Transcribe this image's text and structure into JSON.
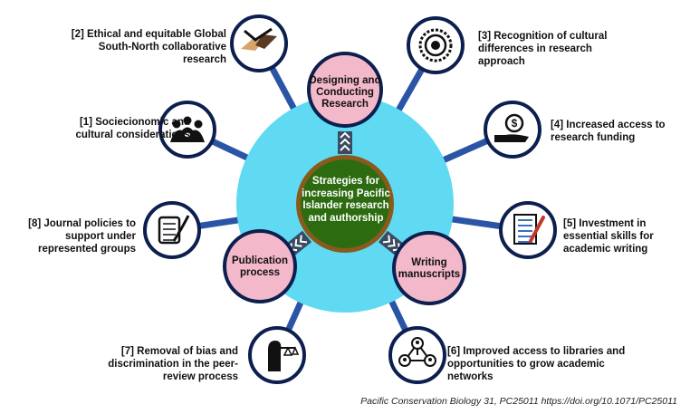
{
  "colors": {
    "spoke": "#2a55a6",
    "hub": "#5fdaf2",
    "node_border": "#0c1f4f",
    "stage_fill": "#f3b8c9",
    "center_fill": "#2d6b10",
    "center_ring": "#8a5a1d",
    "arrow": "#3a4a60"
  },
  "center": {
    "label": "Strategies for increasing Pacific Islander research and authorship"
  },
  "stages": [
    {
      "label": "Designing and Conducting Research"
    },
    {
      "label": "Writing manuscripts"
    },
    {
      "label": "Publication process"
    }
  ],
  "strategies": [
    {
      "label": "[1] Sociecionomic and cultural considerations",
      "icon": "family-icon"
    },
    {
      "label": "[2] Ethical and equitable Global South-North collaborative research",
      "icon": "handshake-icon"
    },
    {
      "label": "[3] Recognition of cultural differences in research approach",
      "icon": "cultural-pattern-icon"
    },
    {
      "label": "[4] Increased access to research funding",
      "icon": "funding-hand-icon"
    },
    {
      "label": "[5] Investment in essential skills for academic writing",
      "icon": "writing-document-icon"
    },
    {
      "label": "[6] Improved access to libraries and opportunities to grow academic networks",
      "icon": "network-icon"
    },
    {
      "label": "[7] Removal of bias and discrimination in the peer-review process",
      "icon": "justice-scales-icon"
    },
    {
      "label": "[8] Journal policies to support under represented groups",
      "icon": "scroll-quill-icon"
    }
  ],
  "citation": "Pacific Conservation Biology 31, PC25011 https://doi.org/10.1071/PC25011"
}
